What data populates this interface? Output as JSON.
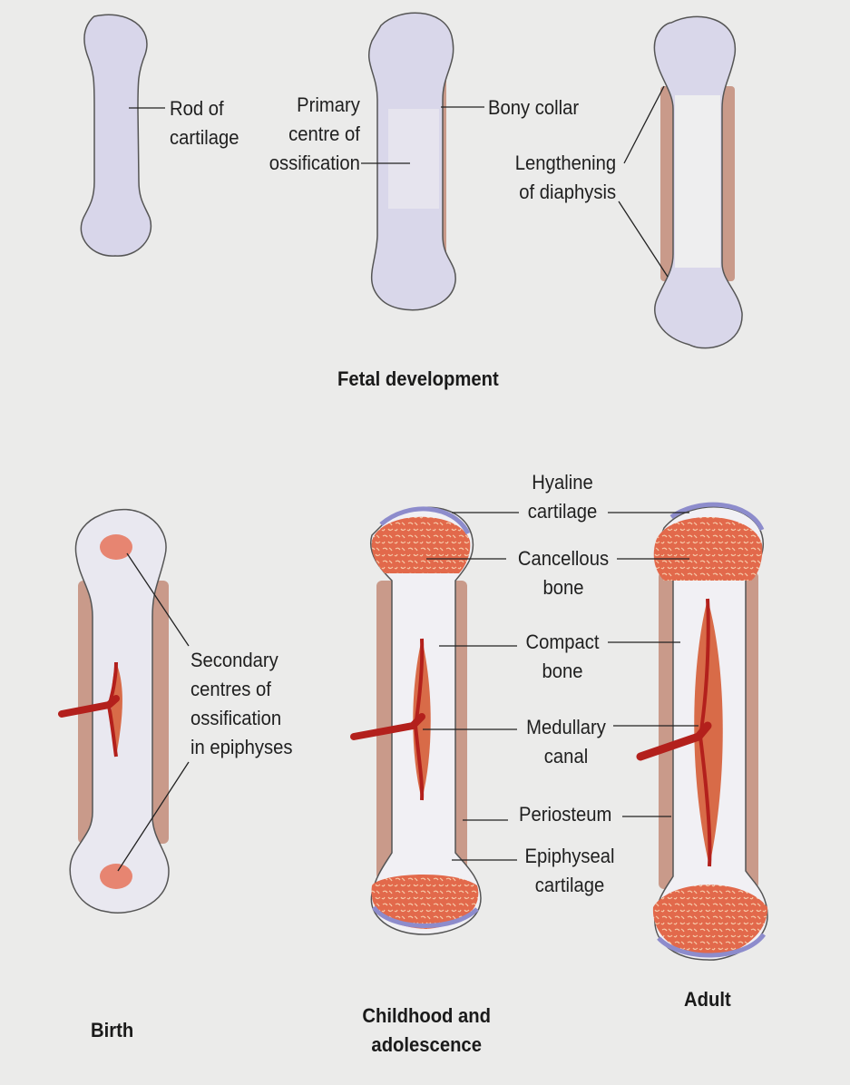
{
  "fetal": {
    "label_rod": [
      "Rod of",
      "cartilage"
    ],
    "label_primary": [
      "Primary",
      "centre of",
      "ossification"
    ],
    "label_collar": "Bony collar",
    "label_lengthening": [
      "Lengthening",
      "of diaphysis"
    ],
    "caption": "Fetal development"
  },
  "birth": {
    "label_secondary": [
      "Secondary",
      "centres of",
      "ossification",
      "in epiphyses"
    ],
    "caption": "Birth"
  },
  "childhood": {
    "label_hyaline": [
      "Hyaline",
      "cartilage"
    ],
    "label_cancellous": [
      "Cancellous",
      "bone"
    ],
    "label_compact": [
      "Compact",
      "bone"
    ],
    "label_medullary": [
      "Medullary",
      "canal"
    ],
    "label_periosteum": "Periosteum",
    "label_epiphyseal": [
      "Epiphyseal",
      "cartilage"
    ],
    "caption": [
      "Childhood and",
      "adolescence"
    ]
  },
  "adult": {
    "caption": "Adult"
  },
  "colors": {
    "cartilage": "#d6d4e8",
    "bone_collar": "#c99a8a",
    "cancellous": "#e06a4c",
    "artery": "#b3201c",
    "shaft": "#ebe9ef",
    "outline": "#5a5a66"
  }
}
